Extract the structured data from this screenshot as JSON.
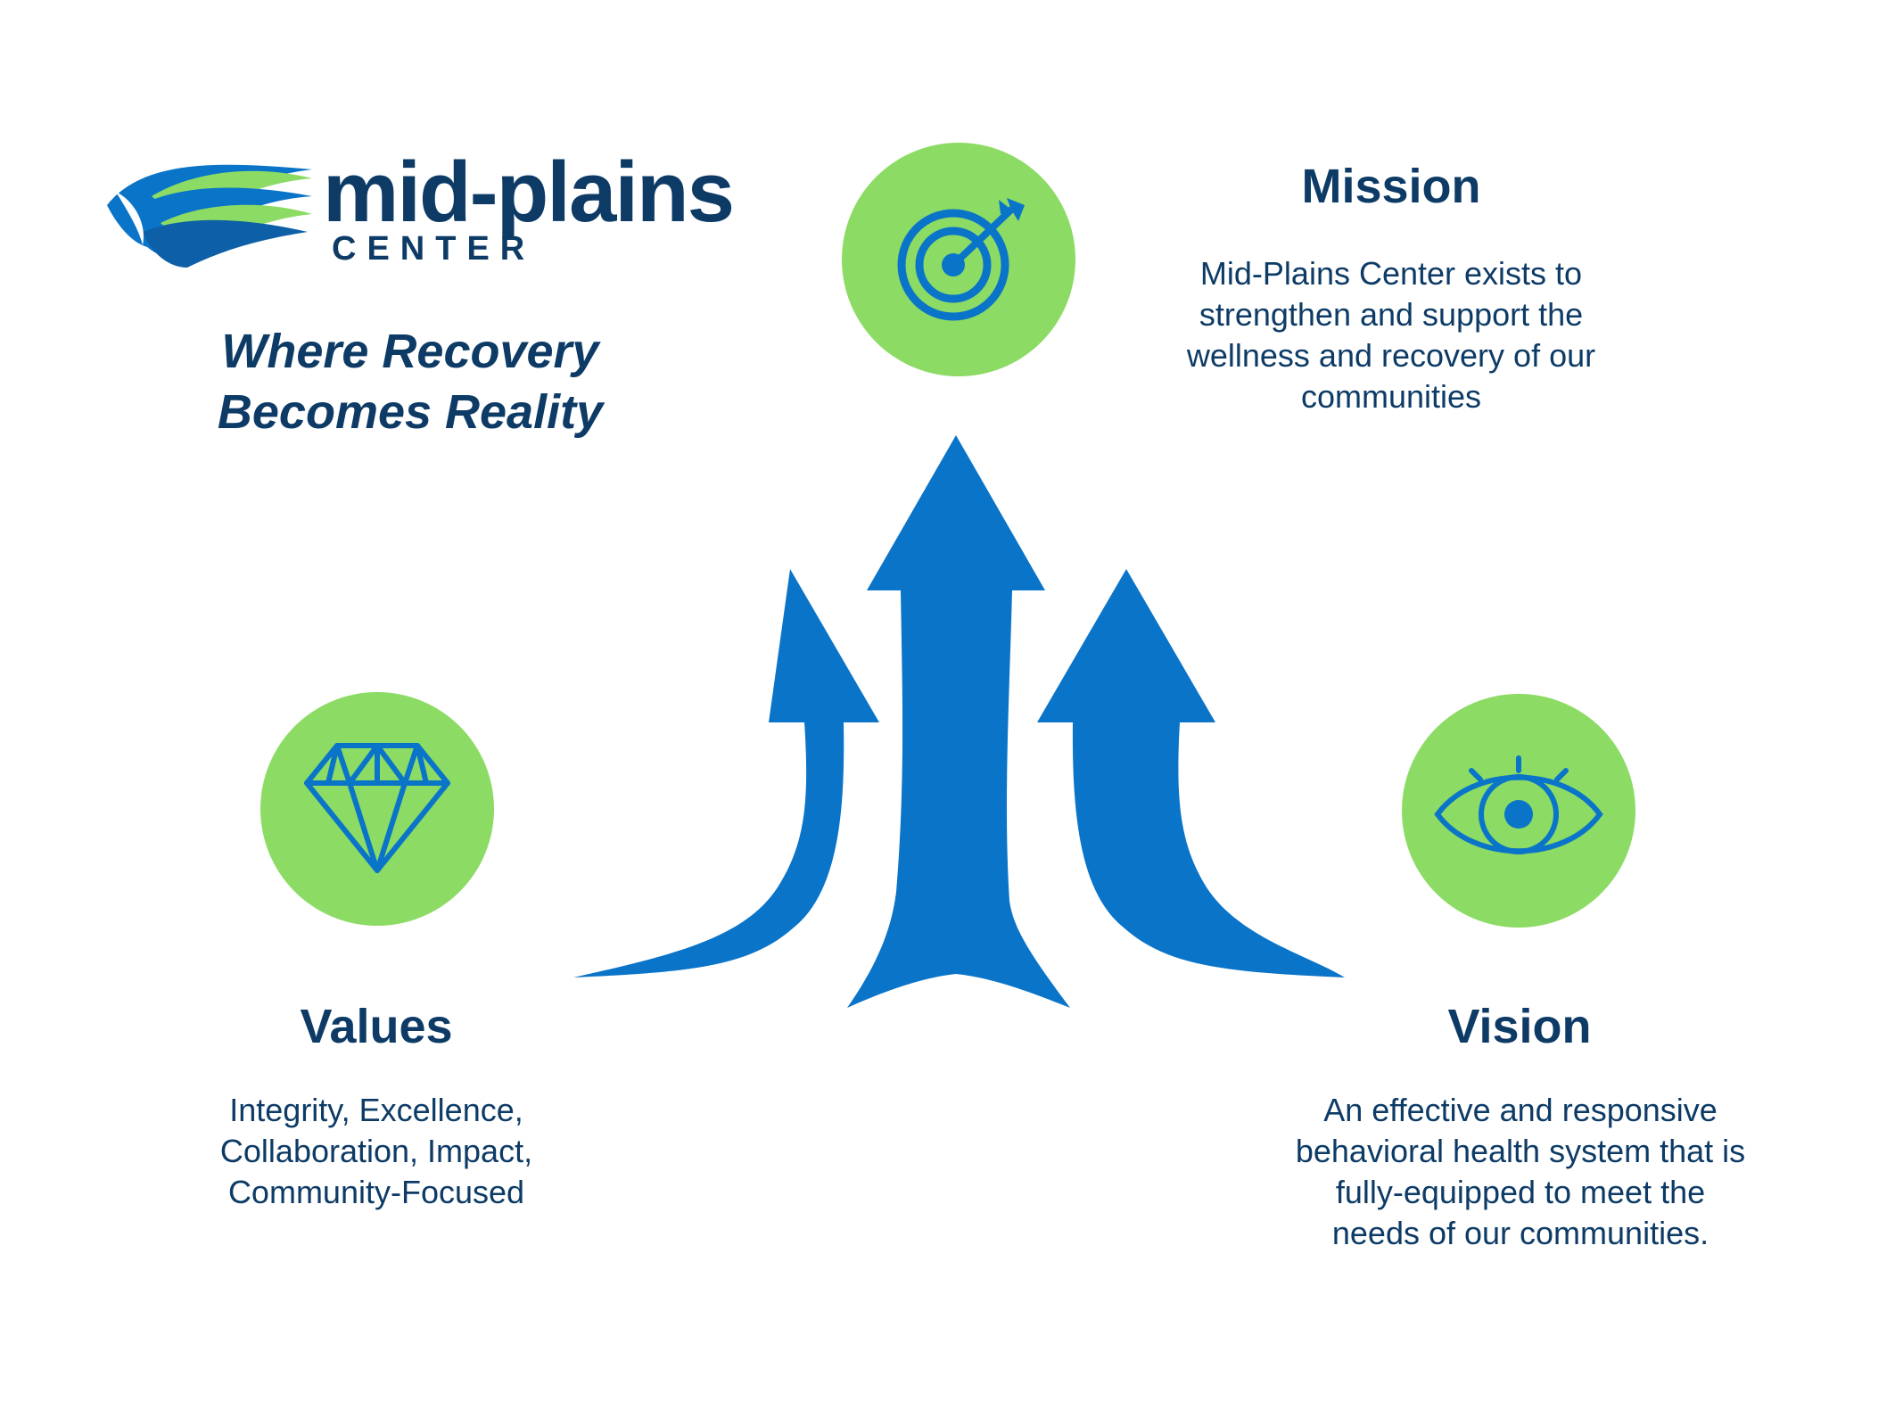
{
  "logo": {
    "wordmark": "mid-plains",
    "subtitle": "CENTER"
  },
  "tagline": {
    "line1": "Where Recovery",
    "line2": "Becomes Reality"
  },
  "mission": {
    "icon": "target-icon",
    "title": "Mission",
    "text": "Mid-Plains Center exists to strengthen and support the wellness and recovery of our communities"
  },
  "values": {
    "icon": "diamond-icon",
    "title": "Values",
    "text": "Integrity, Excellence, Collaboration, Impact, Community-Focused"
  },
  "vision": {
    "icon": "eye-icon",
    "title": "Vision",
    "text": "An effective and responsive behavioral health system that is fully-equipped to meet the needs of our communities."
  },
  "colors": {
    "navy": "#0d3b66",
    "blue": "#0a74c9",
    "green": "#8cdb64"
  }
}
